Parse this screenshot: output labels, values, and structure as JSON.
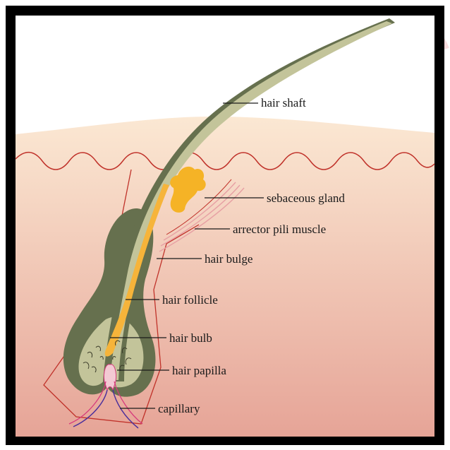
{
  "diagram": {
    "labels": {
      "hair_shaft": "hair shaft",
      "sebaceous_gland": "sebaceous gland",
      "arrector_pili_muscle": "arrector pili muscle",
      "hair_bulge": "hair bulge",
      "hair_follicle": "hair follicle",
      "hair_bulb": "hair bulb",
      "hair_papilla": "hair papilla",
      "capillary": "capillary"
    },
    "colors": {
      "skin_gradient_top": "#fbe8d3",
      "skin_gradient_bottom": "#e6a497",
      "surface": "#fbe7cf",
      "follicle_outer": "#66704e",
      "follicle_inner": "#c3c49a",
      "hair_core": "#f6b43a",
      "sebaceous_gland": "#f5b326",
      "sheath_line": "#c0322a",
      "muscle": "#e7a0a4",
      "capillary_red": "#d7397c",
      "capillary_blue": "#4b2f9c",
      "frame": "#000000"
    }
  }
}
